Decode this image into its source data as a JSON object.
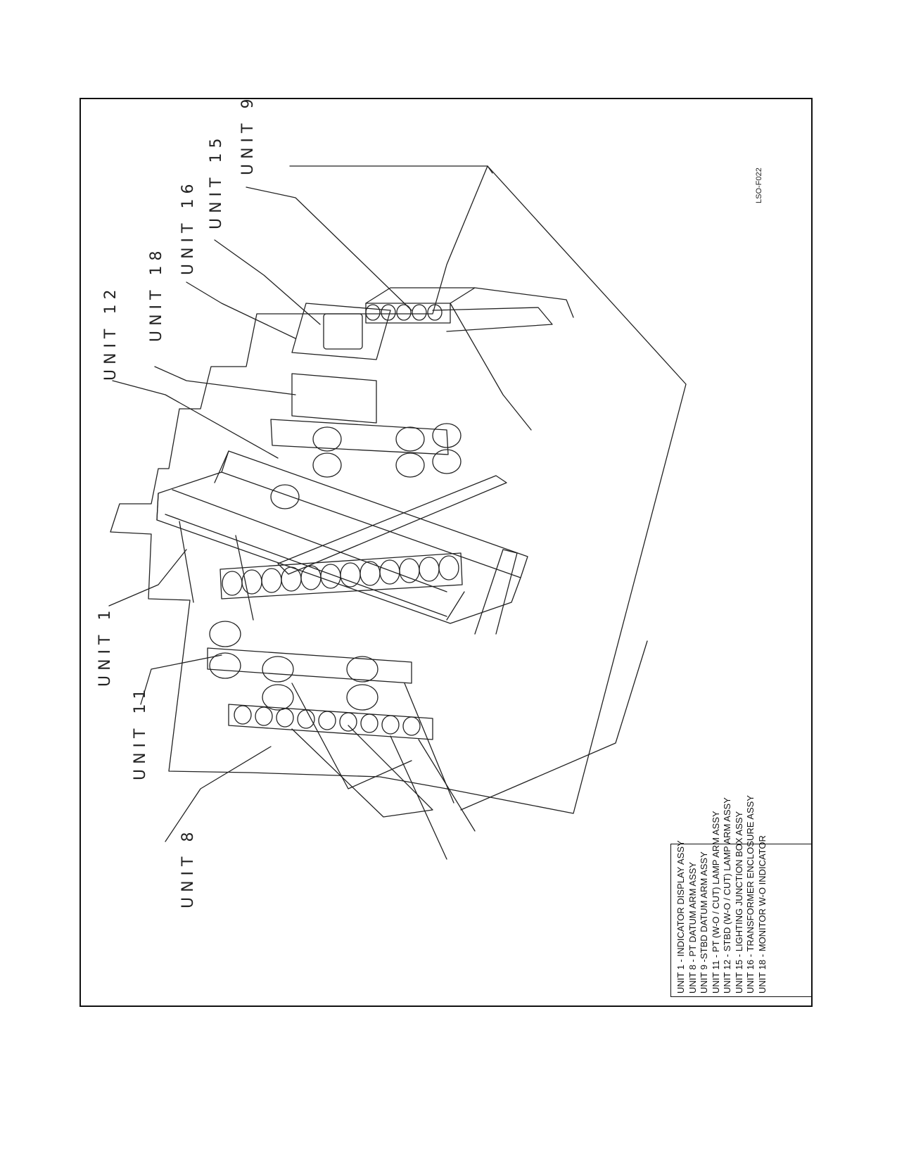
{
  "figure": {
    "drawing_id": "LSO-F022",
    "unit_labels": {
      "unit1": "UNIT 1",
      "unit8": "UNIT 8",
      "unit9": "UNIT 9",
      "unit11": "UNIT 11",
      "unit12": "UNIT 12",
      "unit15": "UNIT 15",
      "unit16": "UNIT 16",
      "unit18": "UNIT 18"
    },
    "legend": [
      "UNIT 1 - INDICATOR DISPLAY ASSY",
      "UNIT 8 - PT DATUM ARM ASSY",
      "UNIT 9 -STBD DATUM ARM ASSY",
      "UNIT 11 - PT (W-O / CUT) LAMP ARM ASSY",
      "UNIT 12 - STBD (W-O / CUT) LAMP ARM ASSY",
      "UNIT 15 - LIGHTING JUNCTION BOX ASSY",
      "UNIT 16 - TRANSFORMER ENCLOSURE ASSY",
      "UNIT 18 - MONITOR W-O INDICATOR"
    ]
  }
}
